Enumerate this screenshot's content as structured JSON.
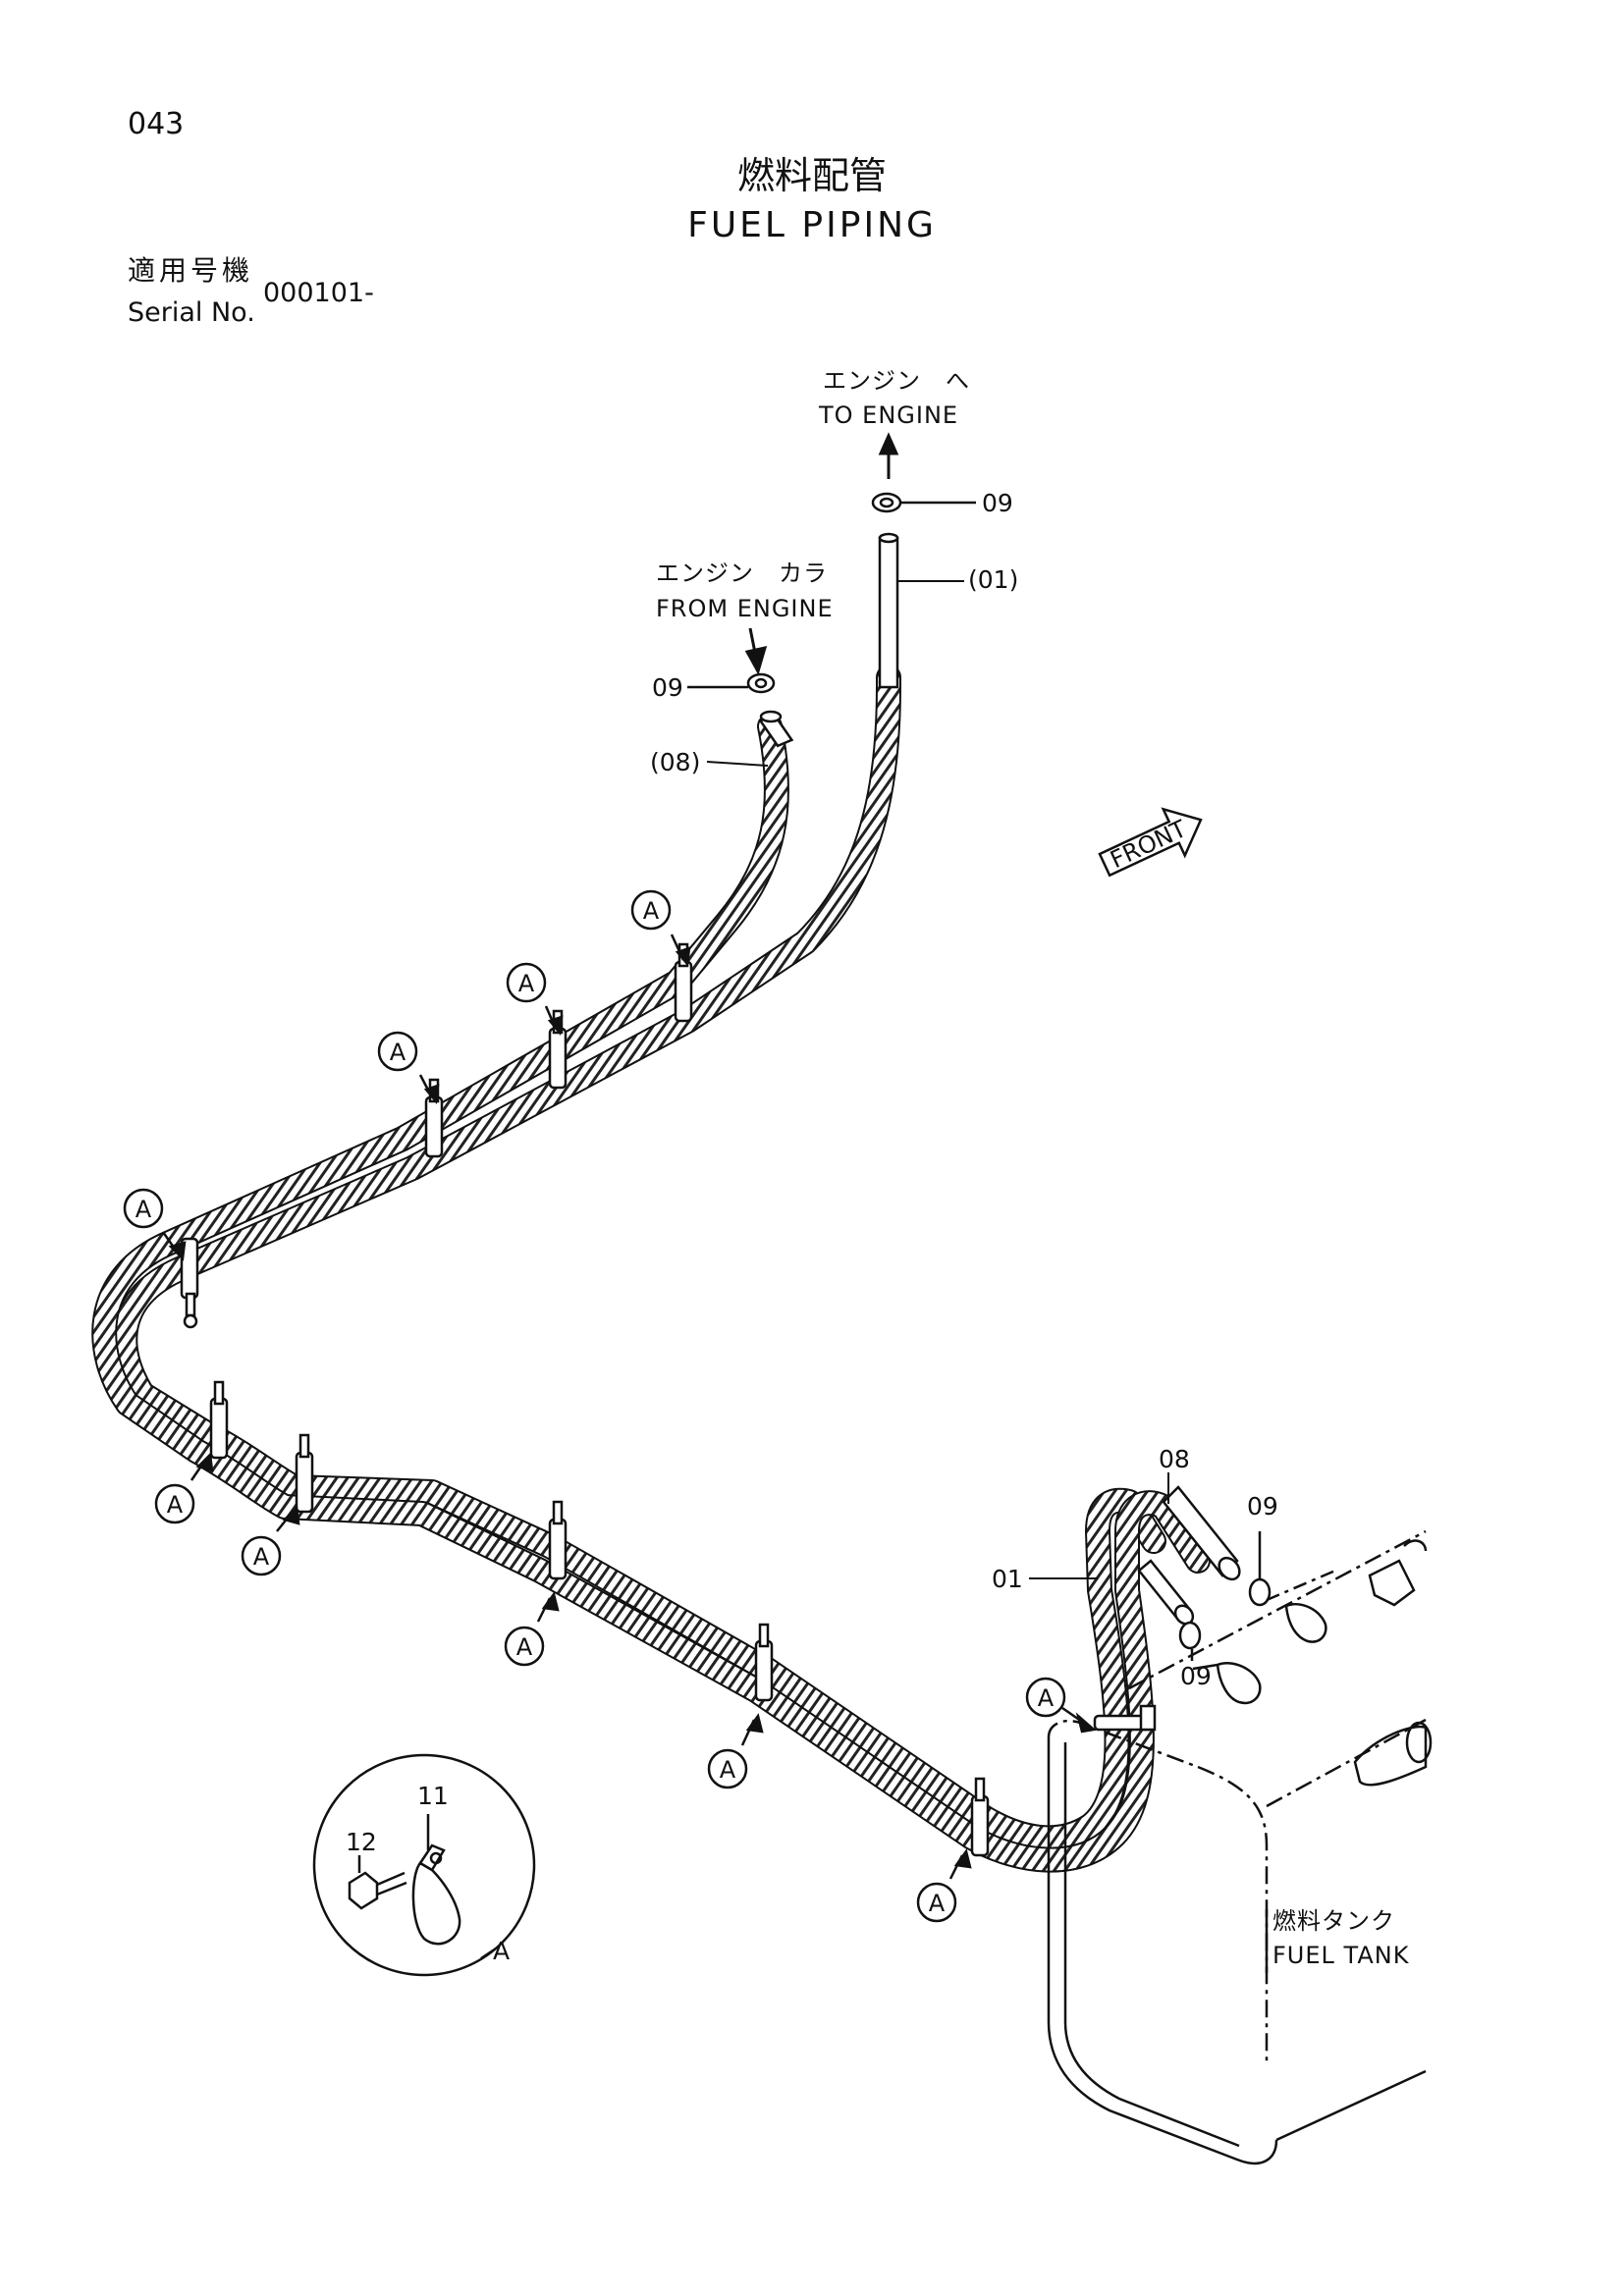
{
  "header": {
    "page_number": "043",
    "title_ja": "燃料配管",
    "title_en": "FUEL PIPING",
    "serial_label_ja": "適用号機",
    "serial_label_en": "Serial No.",
    "serial_value": "000101-"
  },
  "labels": {
    "to_engine_ja": "エンジン　へ",
    "to_engine_en": "TO ENGINE",
    "from_engine_ja": "エンジン　カラ",
    "from_engine_en": "FROM ENGINE",
    "front": "FRONT",
    "fuel_tank_ja": "燃料タンク",
    "fuel_tank_en": "FUEL TANK"
  },
  "part_callouts": {
    "p09_top": "09",
    "p01_top": "(01)",
    "p09_mid": "09",
    "p08_mid": "(08)",
    "p08_right": "08",
    "p09_right": "09",
    "p01_right": "01",
    "p09_low": "09",
    "p11": "11",
    "p12": "12",
    "detail_ref": "A"
  },
  "clamp_marker": "A"
}
